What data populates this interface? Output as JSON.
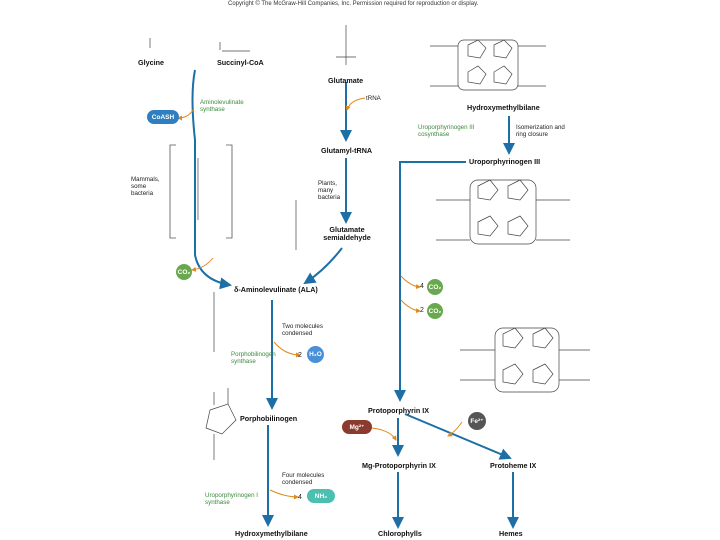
{
  "copyright": "Copyright © The McGraw-Hill Companies, Inc. Permission required for reproduction or display.",
  "nodes": {
    "glycine": "Glycine",
    "succinyl_coa": "Succinyl-CoA",
    "glutamate": "Glutamate",
    "hydroxymethylbilane_top": "Hydroxymethylbilane",
    "glutamyl_trna": "Glutamyl-tRNA",
    "uroporphyrinogen_iii": "Uroporphyrinogen III",
    "glutamate_semialdehyde": "Glutamate semialdehyde",
    "ala": "δ-Aminolevulinate (ALA)",
    "porphobilinogen": "Porphobilinogen",
    "protoporphyrin_ix": "Protoporphyrin IX",
    "mg_protoporphyrin_ix": "Mg-Protoporphyrin IX",
    "protoheme_ix": "Protoheme IX",
    "hydroxymethylbilane_bottom": "Hydroxymethylbilane",
    "chlorophylls": "Chlorophylls",
    "hemes": "Hemes"
  },
  "enzymes": {
    "ala_synthase": "Aminolevulinate synthase",
    "porphobilinogen_synthase": "Porphobilinogen synthase",
    "uroporphyrinogen_i_synthase": "Uroporphyrinogen I synthase",
    "uroporphyrinogen_iii_cosynthase": "Uroporphyrinogen III cosynthase"
  },
  "notes": {
    "mammals": "Mammals, some bacteria",
    "plants": "Plants, many bacteria",
    "trna": "tRNA",
    "isomerization": "Isomerization and ring closure",
    "two_molecules": "Two molecules condensed",
    "four_molecules": "Four molecules condensed"
  },
  "molecules": {
    "coash": "CoASH",
    "co2": "CO₂",
    "h2o_count": "2",
    "h2o": "H₂O",
    "nh3_count": "4",
    "nh3": "NH₃",
    "co2_count_a": "4",
    "co2_count_b": "2",
    "mg": "Mg²⁺",
    "fe": "Fe²⁺"
  },
  "colors": {
    "arrow": "#1d6fa5",
    "enzyme_text": "#3c8a3c",
    "coash": "#2f7fc0",
    "co2": "#6aa84f",
    "h2o": "#4a90d9",
    "nh3": "#4bbfb0",
    "mg": "#8b3a2e",
    "fe": "#555555",
    "side_arrow": "#e08a1e"
  }
}
